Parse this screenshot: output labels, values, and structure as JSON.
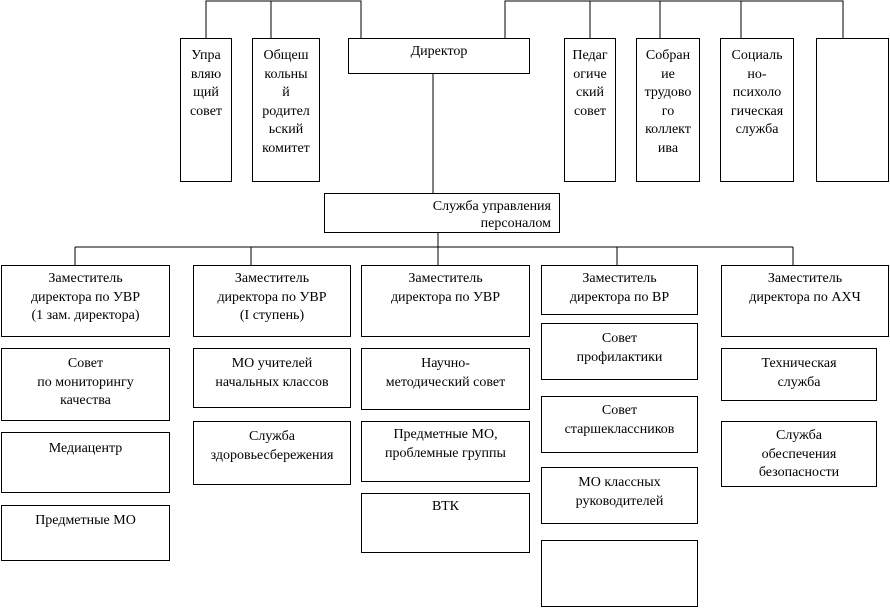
{
  "top": {
    "director": "Директор",
    "board": [
      "Упра",
      "вляю",
      "щий",
      "совет"
    ],
    "parents": [
      "Общеш",
      "кольны",
      "й",
      "родител",
      "ьский",
      "комитет"
    ],
    "pedagogical": [
      "Педаг",
      "огиче",
      "ский",
      "совет"
    ],
    "staff_meeting": [
      "Собран",
      "ие",
      "трудово",
      "го",
      "коллект",
      "ива"
    ],
    "social_service": [
      "Социаль",
      "но-",
      "психоло",
      "гическая",
      "служба"
    ]
  },
  "hr_service": [
    "Служба управления",
    "персоналом"
  ],
  "columns": [
    {
      "head": [
        "Заместитель",
        "директора по УВР",
        "(1 зам. директора)"
      ],
      "units": [
        [
          "Совет",
          "по мониторингу",
          "качества"
        ],
        [
          "Медиацентр"
        ],
        [
          "Предметные МО"
        ]
      ]
    },
    {
      "head": [
        "Заместитель",
        "директора по УВР",
        "(I ступень)"
      ],
      "units": [
        [
          "МО учителей",
          "начальных классов"
        ],
        [
          "Служба",
          "здоровьесбережения"
        ]
      ]
    },
    {
      "head": [
        "Заместитель",
        "директора по УВР"
      ],
      "units": [
        [
          "Научно-",
          "методический совет"
        ],
        [
          "Предметные МО,",
          "проблемные группы"
        ],
        [
          "ВТК"
        ]
      ]
    },
    {
      "head": [
        "Заместитель",
        "директора по ВР"
      ],
      "units": [
        [
          "Совет",
          "профилактики"
        ],
        [
          "Совет",
          "старшеклассников"
        ],
        [
          "МО классных",
          "руководителей"
        ],
        []
      ]
    },
    {
      "head": [
        "Заместитель",
        "директора по АХЧ"
      ],
      "units": [
        [
          "Техническая",
          "служба"
        ],
        [
          "Служба",
          "обеспечения",
          "безопасности"
        ]
      ]
    }
  ]
}
